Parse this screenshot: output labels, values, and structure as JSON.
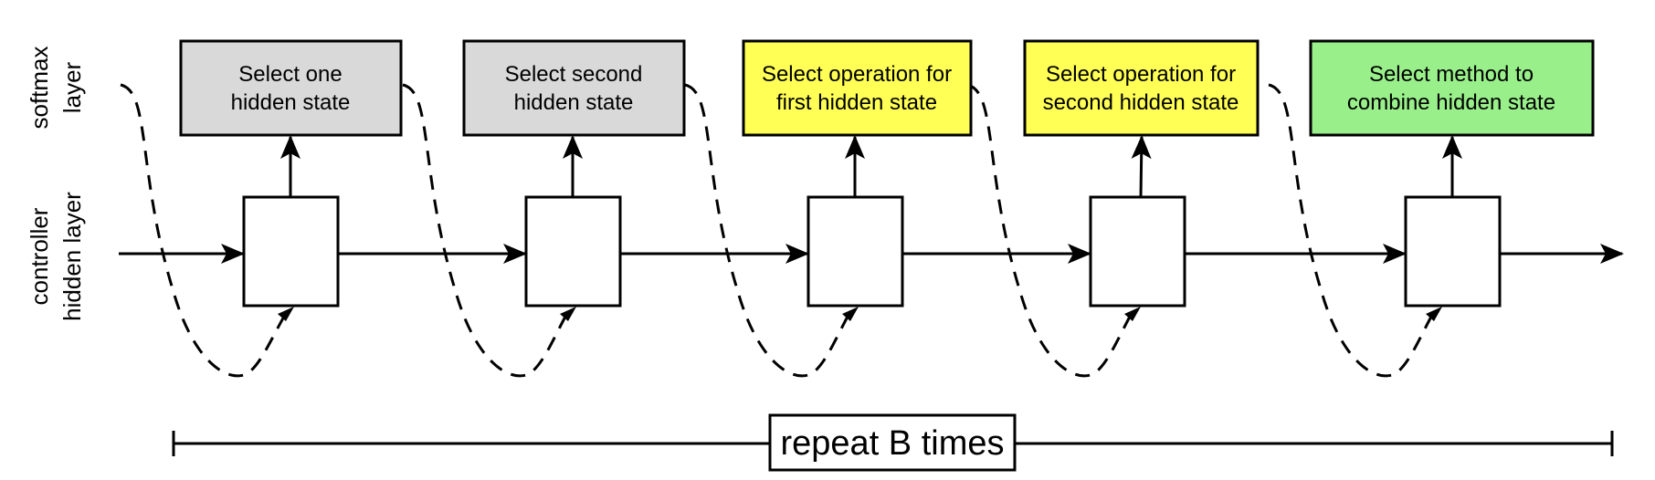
{
  "labels": {
    "softmax_line1": "softmax",
    "softmax_line2": "layer",
    "controller_line1": "controller",
    "controller_line2": "hidden layer"
  },
  "softmax_boxes": [
    {
      "line1": "Select one",
      "line2": "hidden state",
      "color": "#d9d9d9"
    },
    {
      "line1": "Select second",
      "line2": "hidden state",
      "color": "#d9d9d9"
    },
    {
      "line1": "Select operation for",
      "line2": "first hidden state",
      "color": "#ffff55"
    },
    {
      "line1": "Select operation for",
      "line2": "second hidden state",
      "color": "#ffff55"
    },
    {
      "line1": "Select method to",
      "line2": "combine hidden state",
      "color": "#99f08a"
    }
  ],
  "repeat": {
    "label": "repeat B times"
  }
}
